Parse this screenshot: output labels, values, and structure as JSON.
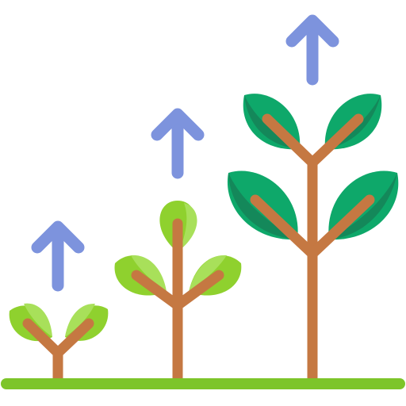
{
  "illustration": {
    "subject": "growth-plants-icon",
    "plants": [
      {
        "name": "small-sprout",
        "arrow": "up-arrow-icon",
        "leaf_count": 2
      },
      {
        "name": "medium-plant",
        "arrow": "up-arrow-icon",
        "leaf_count": 3
      },
      {
        "name": "large-plant",
        "arrow": "up-arrow-icon",
        "leaf_count": 4
      }
    ]
  },
  "colors": {
    "ground": "#7dc52a",
    "stem": "#c57842",
    "arrow": "#7d93dd",
    "leaf_light": "#8fd12e",
    "leaf_light_shade": "#a8e05a",
    "leaf_dark": "#0ea86a",
    "leaf_dark_shade": "#14885a"
  }
}
